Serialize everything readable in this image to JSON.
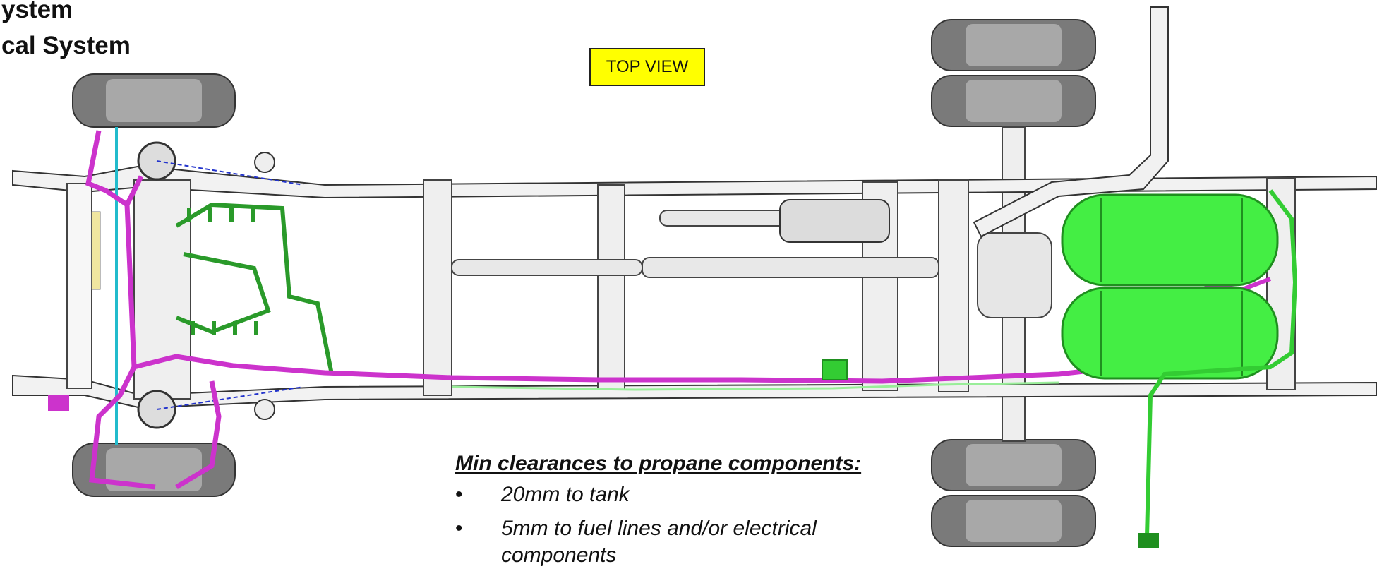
{
  "title_lines": [
    "ystem",
    "cal System"
  ],
  "view_label": "TOP VIEW",
  "notes": {
    "heading": "Min clearances to propane components:",
    "bullet_symbol": "•",
    "items": [
      "20mm to tank",
      "5mm to fuel lines and/or electrical components"
    ]
  },
  "colors": {
    "propane_system": "#33dd33",
    "electrical_harness": "#cc33cc",
    "frame": "#f2f2f2",
    "tire": "#777777",
    "label_background": "#ffff00"
  }
}
